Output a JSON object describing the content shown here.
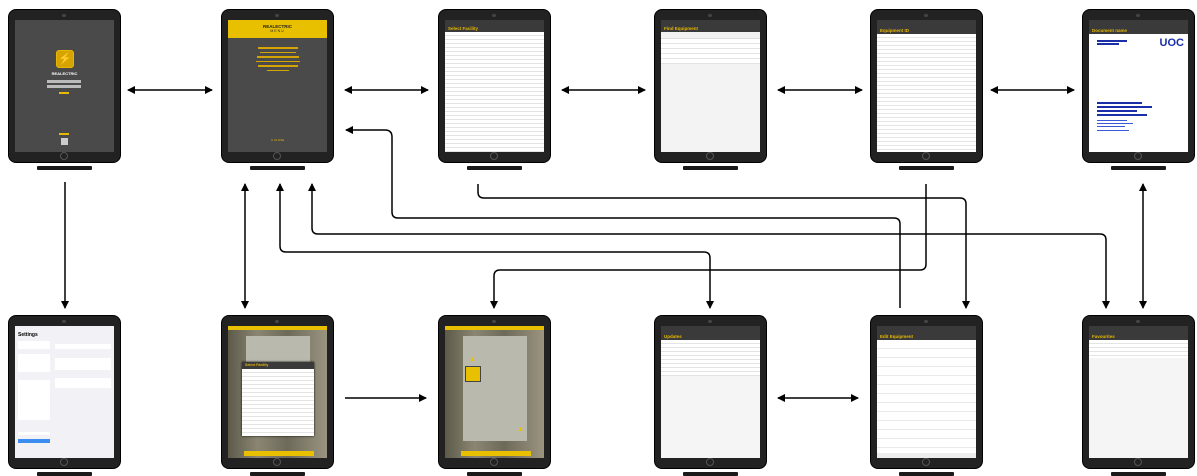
{
  "screens": {
    "login": {
      "app_name": "REALECTRIC",
      "icon": "lightning-bolt-icon"
    },
    "menu": {
      "title": "REALECTRIC",
      "subtitle": "MENU",
      "close_label": "CLOSE"
    },
    "select_facility": {
      "title": "Select Facility"
    },
    "find_equipment": {
      "title": "Find Equipment"
    },
    "equipment_id": {
      "title": "Equipment ID"
    },
    "document": {
      "title": "Document name",
      "logo": "UOC"
    },
    "settings": {
      "title": "Settings"
    },
    "ar_select_facility": {
      "title": "Select Facility"
    },
    "updates": {
      "title": "Updates"
    },
    "edit_equipment": {
      "title": "Edit Equipment"
    },
    "favourites": {
      "title": "Favourites"
    }
  },
  "colors": {
    "accent": "#e8b800",
    "dark_screen": "#444444",
    "arrow": "#000000"
  }
}
